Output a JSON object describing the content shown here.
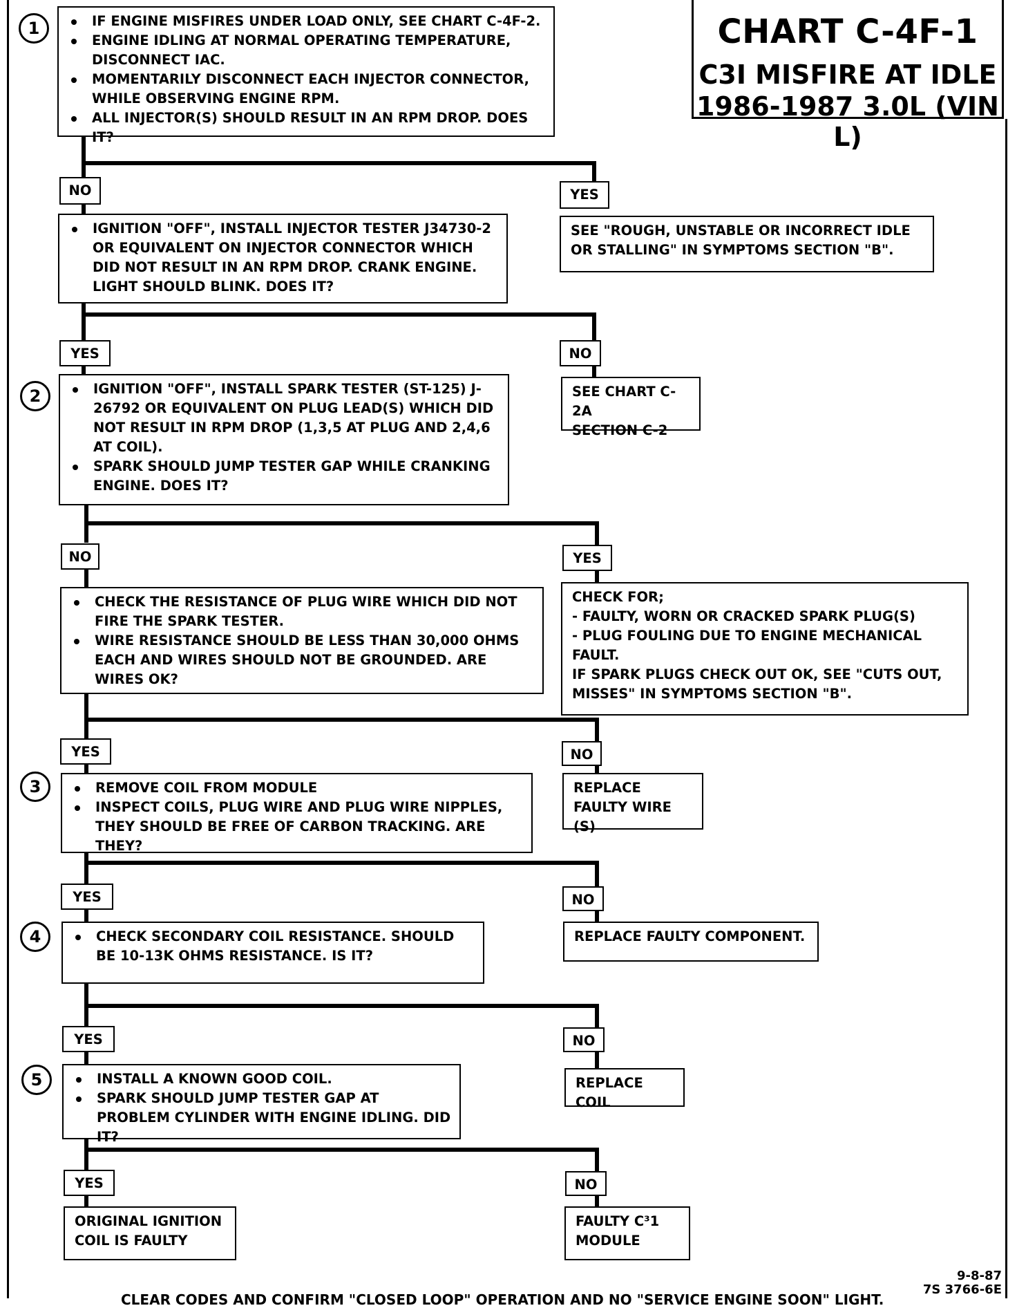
{
  "title": {
    "chart_id": "CHART C-4F-1",
    "subtitle": "C3I MISFIRE AT IDLE",
    "model": "1986-1987  3.0L  (VIN L)"
  },
  "steps": [
    "1",
    "2",
    "3",
    "4",
    "5"
  ],
  "boxes": {
    "step1": [
      "IF ENGINE MISFIRES UNDER LOAD ONLY, SEE CHART C-4F-2.",
      "ENGINE IDLING AT NORMAL OPERATING TEMPERATURE, DISCONNECT IAC.",
      "MOMENTARILY DISCONNECT EACH INJECTOR CONNECTOR, WHILE OBSERVING ENGINE RPM.",
      "ALL INJECTOR(S) SHOULD RESULT IN AN RPM DROP.  DOES IT?"
    ],
    "injector_test": [
      "IGNITION \"OFF\", INSTALL INJECTOR TESTER J34730-2 OR EQUIVALENT ON INJECTOR CONNECTOR WHICH DID NOT RESULT IN AN  RPM DROP.  CRANK ENGINE.  LIGHT SHOULD BLINK. DOES IT?"
    ],
    "rough_idle": "SEE  \"ROUGH, UNSTABLE OR INCORRECT IDLE OR STALLING\" IN SYMPTOMS SECTION \"B\".",
    "step2": [
      "IGNITION \"OFF\", INSTALL SPARK TESTER  (ST-125) J-26792 OR EQUIVALENT ON PLUG LEAD(S) WHICH DID NOT RESULT IN RPM DROP (1,3,5 AT PLUG AND 2,4,6 AT COIL).",
      "SPARK SHOULD JUMP TESTER GAP WHILE CRANKING ENGINE.  DOES IT?"
    ],
    "see_c2a": "SEE CHART C-2A\nSECTION C-2",
    "plug_wire": [
      "CHECK THE RESISTANCE OF  PLUG WIRE  WHICH DID NOT FIRE THE SPARK TESTER.",
      "WIRE RESISTANCE SHOULD BE LESS THAN 30,000 OHMS EACH  AND WIRES  SHOULD NOT BE GROUNDED.  ARE WIRES OK?"
    ],
    "check_for": "CHECK FOR;\n      - FAULTY, WORN OR CRACKED SPARK PLUG(S)\n      - PLUG FOULING DUE TO ENGINE MECHANICAL\n        FAULT.\n        IF SPARK PLUGS CHECK OUT OK, SEE \"CUTS OUT,\n        MISSES\" IN SYMPTOMS SECTION \"B\".",
    "step3": [
      "REMOVE COIL FROM MODULE",
      "INSPECT COILS, PLUG WIRE AND PLUG WIRE NIPPLES, THEY SHOULD BE  FREE OF CARBON TRACKING.  ARE THEY?"
    ],
    "replace_wire": "REPLACE\nFAULTY WIRE (S)",
    "step4": [
      "CHECK SECONDARY COIL RESISTANCE.  SHOULD BE 10-13K OHMS RESISTANCE.  IS IT?"
    ],
    "replace_component": "REPLACE FAULTY COMPONENT.",
    "step5": [
      "INSTALL A KNOWN GOOD COIL.",
      "SPARK SHOULD JUMP TESTER GAP AT PROBLEM CYLINDER  WITH ENGINE IDLING.  DID IT?"
    ],
    "replace_coil": "REPLACE COIL",
    "original_coil": "ORIGINAL IGNITION\nCOIL IS FAULTY",
    "faulty_module": "FAULTY C³1\nMODULE"
  },
  "labels": {
    "yes": "YES",
    "no": "NO"
  },
  "footer": "CLEAR CODES AND CONFIRM \"CLOSED LOOP\"  OPERATION AND NO \"SERVICE ENGINE SOON\" LIGHT.",
  "code": {
    "date": "9-8-87",
    "number": "7S 3766-6E"
  }
}
